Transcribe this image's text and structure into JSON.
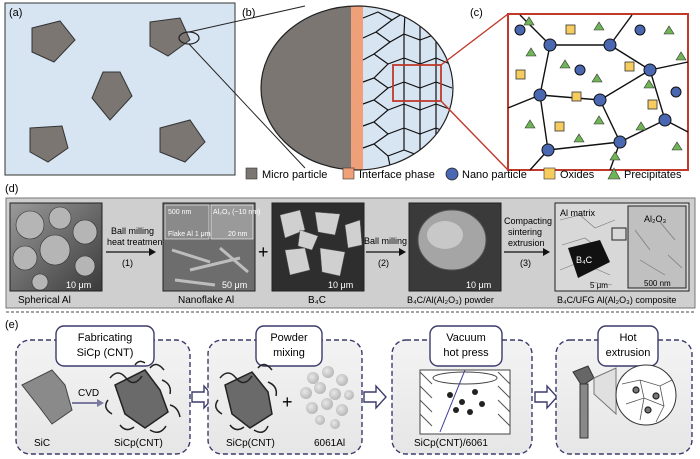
{
  "panels": {
    "a": "(a)",
    "b": "(b)",
    "c": "(c)",
    "d": "(d)",
    "e": "(e)"
  },
  "legend": [
    {
      "label": "Micro particle",
      "color": "#7b7672",
      "shape": "square"
    },
    {
      "label": "Interface phase",
      "color": "#f0a078",
      "shape": "square"
    },
    {
      "label": "Nano particle",
      "color": "#4a68b2",
      "shape": "circle"
    },
    {
      "label": "Oxides",
      "color": "#f7cc5e",
      "shape": "square"
    },
    {
      "label": "Precipitates",
      "color": "#6fb457",
      "shape": "triangle"
    }
  ],
  "process_d": {
    "img1": {
      "scale": "10 μm",
      "caption": "Spherical Al"
    },
    "arrow1": {
      "line1": "Ball milling",
      "line2": "heat treatment",
      "step": "(1)"
    },
    "img2": {
      "inset_a": "500 nm",
      "inset_b": "Flake Al 1 μm",
      "inset_c": "Al₂O₃ (~10 nm)",
      "inset_d": "20 nm",
      "scale": "50 μm",
      "caption": "Nanoflake Al"
    },
    "plus": "+",
    "img3": {
      "scale": "10 μm",
      "caption": "B₄C"
    },
    "arrow2": {
      "line1": "Ball milling",
      "step": "(2)"
    },
    "img4": {
      "scale": "10 μm",
      "caption": "B₄C/Al(Al₂O₃) powder"
    },
    "arrow3": {
      "line1": "Compacting",
      "line2": "sintering",
      "line3": "extrusion",
      "step": "(3)"
    },
    "img5": {
      "matrix": "Al matrix",
      "particle": "B₄C",
      "scale_a": "5 μm",
      "inset_label": "Al₂O₃",
      "scale_b": "500 nm",
      "caption": "B₄C/UFG Al(Al₂O₃) composite"
    }
  },
  "process_e": {
    "step1": {
      "title_line1": "Fabricating",
      "title_line2": "SiCp (CNT)",
      "cvd": "CVD",
      "left": "SiC",
      "right": "SiCp(CNT)"
    },
    "step2": {
      "title_line1": "Powder",
      "title_line2": "mixing",
      "plus": "+",
      "left": "SiCp(CNT)",
      "right": "6061Al"
    },
    "step3": {
      "title_line1": "Vacuum",
      "title_line2": "hot press",
      "bottom": "SiCp(CNT)/6061"
    },
    "step4": {
      "title_line1": "Hot",
      "title_line2": "extrusion"
    }
  }
}
